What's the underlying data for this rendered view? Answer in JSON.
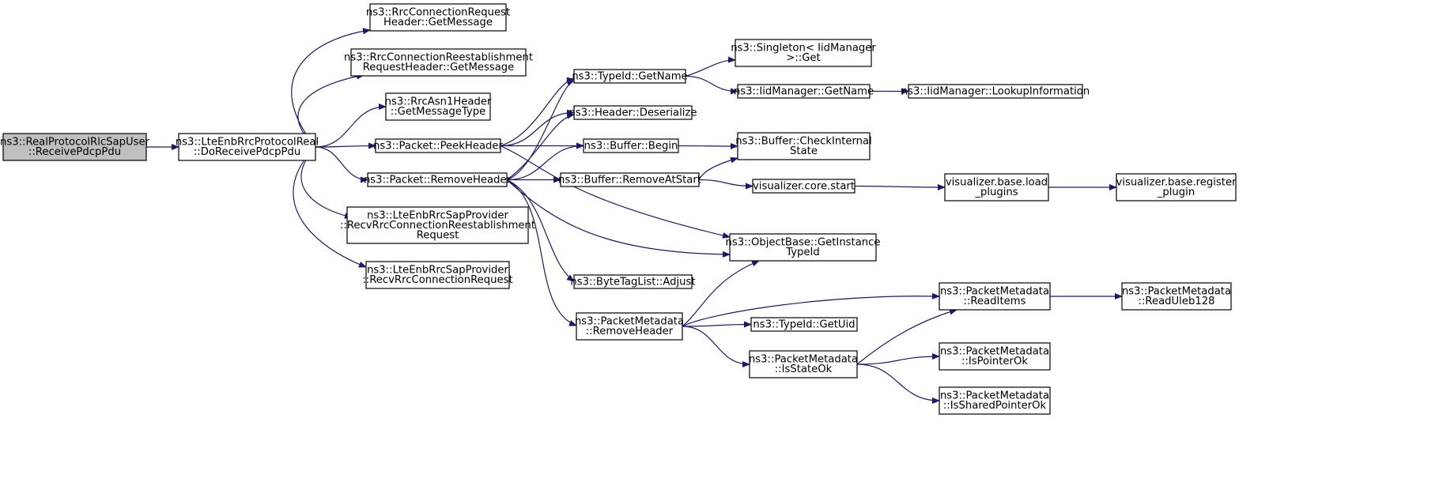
{
  "colors": {
    "edge": "#191970",
    "root_fill": "#bfbfbf",
    "node_fill": "#ffffff",
    "border": "#000000"
  },
  "nodes": [
    {
      "id": "n0",
      "lines": [
        "ns3::RealProtocolRlcSapUser",
        "::ReceivePdcpPdu"
      ],
      "root": true
    },
    {
      "id": "n1",
      "lines": [
        "ns3::LteEnbRrcProtocolReal",
        "::DoReceivePdcpPdu"
      ]
    },
    {
      "id": "n2",
      "lines": [
        "ns3::RrcConnectionRequest",
        "Header::GetMessage"
      ]
    },
    {
      "id": "n3",
      "lines": [
        "ns3::RrcConnectionReestablishment",
        "RequestHeader::GetMessage"
      ]
    },
    {
      "id": "n4",
      "lines": [
        "ns3::RrcAsn1Header",
        "::GetMessageType"
      ]
    },
    {
      "id": "n5",
      "lines": [
        "ns3::Packet::PeekHeader"
      ]
    },
    {
      "id": "n6",
      "lines": [
        "ns3::Packet::RemoveHeader"
      ]
    },
    {
      "id": "n7",
      "lines": [
        "ns3::LteEnbRrcSapProvider",
        "::RecvRrcConnectionReestablishment",
        "Request"
      ]
    },
    {
      "id": "n8",
      "lines": [
        "ns3::LteEnbRrcSapProvider",
        "::RecvRrcConnectionRequest"
      ]
    },
    {
      "id": "n9",
      "lines": [
        "ns3::TypeId::GetName"
      ]
    },
    {
      "id": "n10",
      "lines": [
        "ns3::Header::Deserialize"
      ]
    },
    {
      "id": "n11",
      "lines": [
        "ns3::Buffer::Begin"
      ]
    },
    {
      "id": "n12",
      "lines": [
        "ns3::Buffer::RemoveAtStart"
      ]
    },
    {
      "id": "n13",
      "lines": [
        "ns3::ObjectBase::GetInstance",
        "TypeId"
      ]
    },
    {
      "id": "n14",
      "lines": [
        "ns3::ByteTagList::Adjust"
      ]
    },
    {
      "id": "n15",
      "lines": [
        "ns3::PacketMetadata",
        "::RemoveHeader"
      ]
    },
    {
      "id": "n16",
      "lines": [
        "ns3::Singleton< IidManager",
        ">::Get"
      ]
    },
    {
      "id": "n17",
      "lines": [
        "ns3::IidManager::GetName"
      ]
    },
    {
      "id": "n18",
      "lines": [
        "ns3::IidManager::LookupInformation"
      ]
    },
    {
      "id": "n19",
      "lines": [
        "ns3::Buffer::CheckInternal",
        "State"
      ]
    },
    {
      "id": "n20",
      "lines": [
        "visualizer.core.start"
      ]
    },
    {
      "id": "n21",
      "lines": [
        "visualizer.base.load",
        "_plugins"
      ]
    },
    {
      "id": "n22",
      "lines": [
        "visualizer.base.register",
        "_plugin"
      ]
    },
    {
      "id": "n23",
      "lines": [
        "ns3::TypeId::GetUid"
      ]
    },
    {
      "id": "n24",
      "lines": [
        "ns3::PacketMetadata",
        "::ReadItems"
      ]
    },
    {
      "id": "n25",
      "lines": [
        "ns3::PacketMetadata",
        "::ReadUleb128"
      ]
    },
    {
      "id": "n26",
      "lines": [
        "ns3::PacketMetadata",
        "::IsStateOk"
      ]
    },
    {
      "id": "n27",
      "lines": [
        "ns3::PacketMetadata",
        "::IsPointerOk"
      ]
    },
    {
      "id": "n28",
      "lines": [
        "ns3::PacketMetadata",
        "::IsSharedPointerOk"
      ]
    }
  ],
  "edges": [
    [
      "n0",
      "n1"
    ],
    [
      "n1",
      "n2"
    ],
    [
      "n1",
      "n3"
    ],
    [
      "n1",
      "n4"
    ],
    [
      "n1",
      "n5"
    ],
    [
      "n1",
      "n6"
    ],
    [
      "n1",
      "n7"
    ],
    [
      "n1",
      "n8"
    ],
    [
      "n5",
      "n9"
    ],
    [
      "n5",
      "n10"
    ],
    [
      "n5",
      "n11"
    ],
    [
      "n5",
      "n13"
    ],
    [
      "n6",
      "n9"
    ],
    [
      "n6",
      "n10"
    ],
    [
      "n6",
      "n11"
    ],
    [
      "n6",
      "n12"
    ],
    [
      "n6",
      "n13"
    ],
    [
      "n6",
      "n14"
    ],
    [
      "n6",
      "n15"
    ],
    [
      "n9",
      "n16"
    ],
    [
      "n9",
      "n17"
    ],
    [
      "n17",
      "n18"
    ],
    [
      "n11",
      "n19"
    ],
    [
      "n12",
      "n19"
    ],
    [
      "n12",
      "n20"
    ],
    [
      "n20",
      "n21"
    ],
    [
      "n21",
      "n22"
    ],
    [
      "n15",
      "n13"
    ],
    [
      "n15",
      "n23"
    ],
    [
      "n15",
      "n24"
    ],
    [
      "n15",
      "n26"
    ],
    [
      "n24",
      "n25"
    ],
    [
      "n26",
      "n24"
    ],
    [
      "n26",
      "n27"
    ],
    [
      "n26",
      "n28"
    ]
  ]
}
